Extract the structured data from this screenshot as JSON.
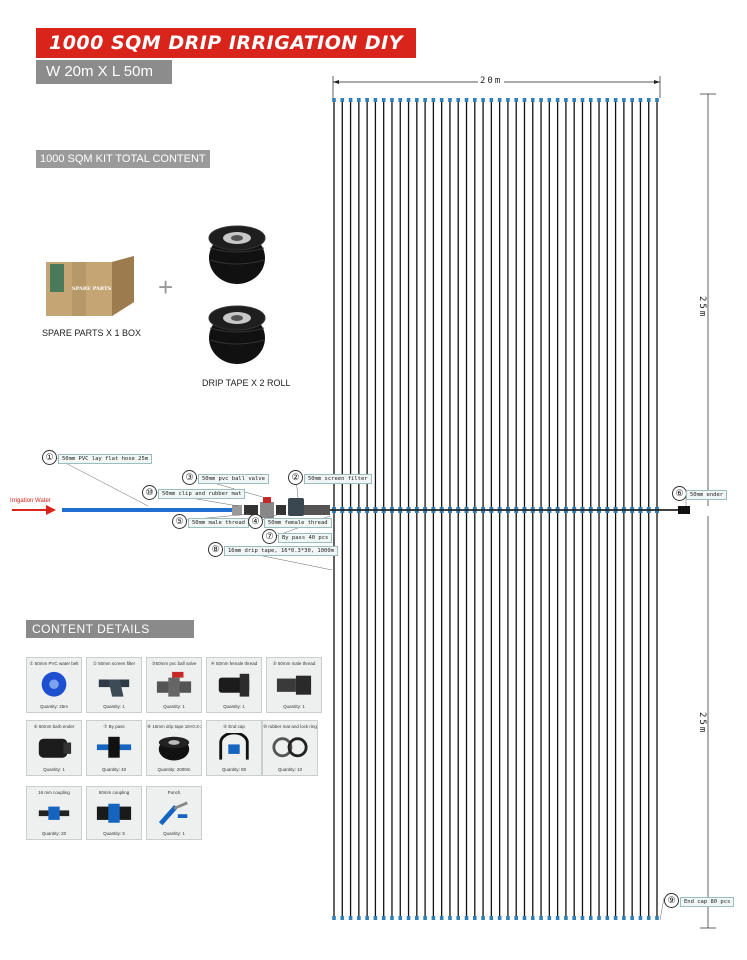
{
  "header": {
    "title": "1000 SQM DRIP IRRIGATION DIY KIT",
    "subtitle": "W 20m X L 50m"
  },
  "kit": {
    "heading": "1000 SQM KIT TOTAL CONTENT",
    "box_caption": "SPARE PARTS  X 1 BOX",
    "box_label": "SPARE PARTS",
    "plus": "+",
    "roll_caption": "DRIP TAPE  X 2 ROLL"
  },
  "dimensions": {
    "width": "20m",
    "upper_length": "25m",
    "lower_length": "25m"
  },
  "inlet": {
    "label": "Irrigation Water"
  },
  "callouts": [
    {
      "num": "①",
      "label": "50mm PVC lay flat hose 25m"
    },
    {
      "num": "⑩",
      "label": "50mm clip and rubber mat"
    },
    {
      "num": "③",
      "label": "50mm pvc ball valve"
    },
    {
      "num": "②",
      "label": "50mm screen filter"
    },
    {
      "num": "⑤",
      "label": "50mm male thread"
    },
    {
      "num": "④",
      "label": "50mm female thread"
    },
    {
      "num": "⑦",
      "label": "By pass  40 pcs"
    },
    {
      "num": "⑧",
      "label": "16mm drip tape, 16*0.3*30, 1000m"
    },
    {
      "num": "⑥",
      "label": "50mm ender"
    },
    {
      "num": "⑨",
      "label": "End cap  80 pcs"
    }
  ],
  "details": {
    "heading": "CONTENT DETAILS",
    "cards": [
      {
        "label": "① 50mm PVC water belt",
        "qty": "Quantity: 25m",
        "icon": "hose-reel-icon",
        "color": "#1f4fd1"
      },
      {
        "label": "② 50mm screen filter",
        "qty": "Quantity: 1",
        "icon": "filter-icon",
        "color": "#2e3a44"
      },
      {
        "label": "③50mm pvc ball valve",
        "qty": "Quantity: 1",
        "icon": "ball-valve-icon",
        "color": "#c62828"
      },
      {
        "label": "④ 50mm female thread",
        "qty": "Quantity: 1",
        "icon": "female-thread-icon",
        "color": "#1c1c1c"
      },
      {
        "label": "⑤ 50mm male thread",
        "qty": "Quantity: 1",
        "icon": "male-thread-icon",
        "color": "#2a2a2a"
      },
      {
        "label": "⑥ 50mm barb ender",
        "qty": "Quantity: 1",
        "icon": "barb-ender-icon",
        "color": "#1c1c1c"
      },
      {
        "label": "⑦ By pass",
        "qty": "Quantity: 40",
        "icon": "bypass-icon",
        "color": "#1565c0"
      },
      {
        "label": "⑧ 16mm drip tape 16×0.3-30",
        "qty": "Quantity: 2000m",
        "icon": "drip-roll-icon",
        "color": "#111111"
      },
      {
        "label": "⑨ End cap",
        "qty": "Quantity: 80",
        "icon": "end-cap-icon",
        "color": "#1565c0"
      },
      {
        "label": "⑩ rubber mat and lock ring",
        "qty": "Quantity: 10",
        "icon": "lock-ring-icon",
        "color": "#555555"
      },
      {
        "label": "16 mm coupling",
        "qty": "Quantity: 20",
        "icon": "small-coupling-icon",
        "color": "#1565c0"
      },
      {
        "label": "50mm coupling",
        "qty": "Quantity: 5",
        "icon": "large-coupling-icon",
        "color": "#1565c0"
      },
      {
        "label": "Punch",
        "qty": "Quantity: 1",
        "icon": "punch-tool-icon",
        "color": "#1565c0"
      }
    ]
  },
  "colors": {
    "title_bg": "#d9241c",
    "hose_blue": "#1e6fd0",
    "arrow_red": "#d9241c",
    "tape_black": "#111111",
    "tape_fitting": "#2f7fb8"
  }
}
